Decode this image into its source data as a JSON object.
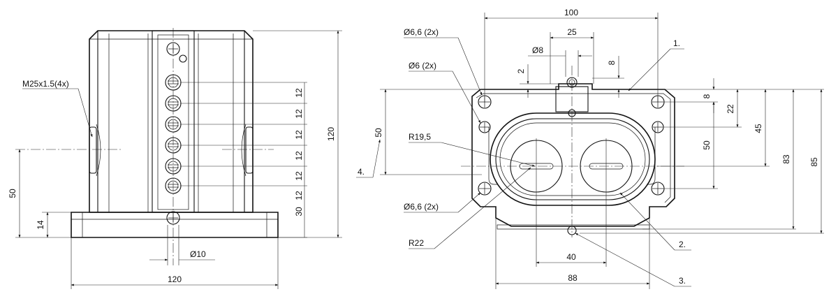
{
  "front_view": {
    "thread_label": "M25x1.5(4x)",
    "dim_overall_height": "120",
    "dim_overall_width": "120",
    "dim_thread_height": "50",
    "dim_base_height": "14",
    "dim_hole_diameter": "Ø10",
    "dim_bottom_spacing": "30",
    "dim_pitch": [
      "12",
      "12",
      "12",
      "12",
      "12",
      "12"
    ]
  },
  "top_view": {
    "dim_width_100": "100",
    "dim_slot_25": "25",
    "dim_hole_8": "Ø8",
    "dim_small_2": "2",
    "dim_small_8": "8",
    "label_hole_66_top": "Ø6,6 (2x)",
    "label_hole_6": "Ø6 (2x)",
    "label_hole_66_bottom": "Ø6,6 (2x)",
    "label_r195": "R19,5",
    "label_r22": "R22",
    "dim_left_50": "50",
    "dim_right_8": "8",
    "dim_right_22": "22",
    "dim_right_45": "45",
    "dim_right_50": "50",
    "dim_right_83": "83",
    "dim_right_85": "85",
    "dim_bottom_40": "40",
    "dim_bottom_88": "88",
    "callouts": [
      "1.",
      "2.",
      "3.",
      "4."
    ]
  },
  "colors": {
    "line": "#111111",
    "background": "#ffffff"
  }
}
